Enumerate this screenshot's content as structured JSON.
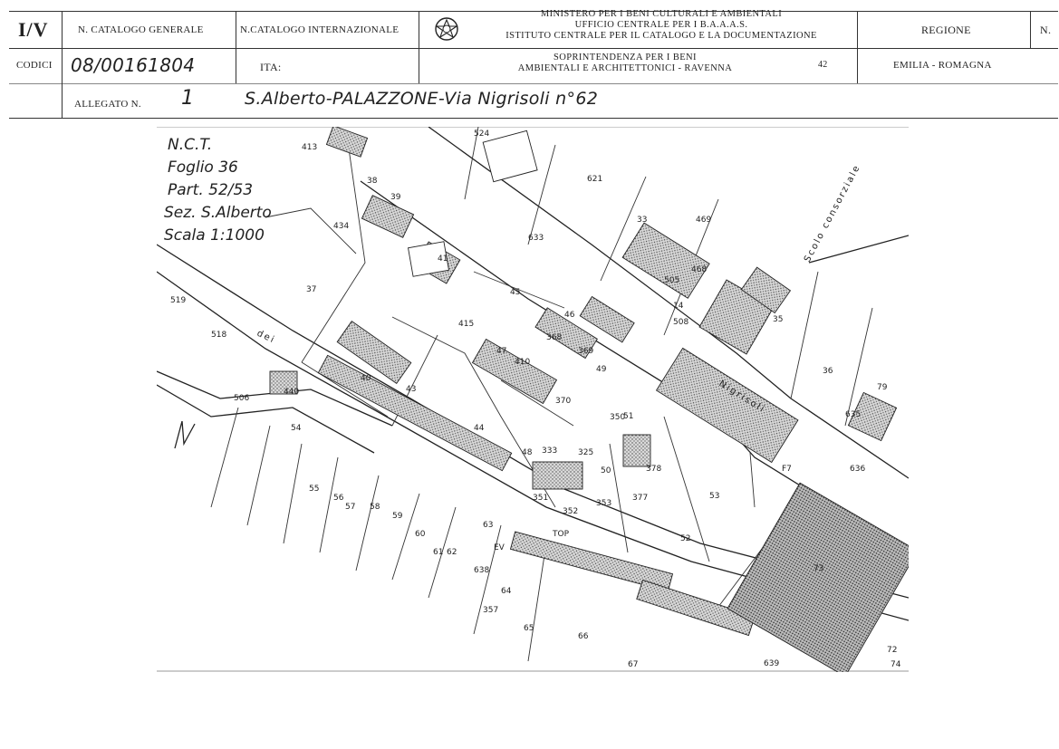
{
  "header": {
    "section_code": "I/V",
    "catalogo_generale_label": "N. CATALOGO GENERALE",
    "catalogo_internazionale_label": "N.CATALOGO INTERNAZIONALE",
    "ministry_lines": [
      "MINISTERO PER I BENI CULTURALI E AMBIENTALI",
      "UFFICIO CENTRALE PER I B.A.A.A.S.",
      "ISTITUTO CENTRALE PER IL CATALOGO E LA DOCUMENTAZIONE"
    ],
    "regione_label": "REGIONE",
    "n_label": "N.",
    "codici_label": "CODICI",
    "catalogo_number": "08/00161804",
    "ita_label": "ITA:",
    "soprintendenza_lines": [
      "SOPRINTENDENZA PER I BENI",
      "AMBIENTALI E ARCHITETTONICI - RAVENNA"
    ],
    "region_code": "42",
    "regione_value": "EMILIA - ROMAGNA",
    "allegato_label": "ALLEGATO N.",
    "allegato_number": "1",
    "allegato_description": "S.Alberto-PALAZZONE-Via Nigrisoli n°62"
  },
  "map": {
    "notes": [
      "N.C.T.",
      "Foglio 36",
      "Part. 52/53",
      "Sez. S.Alberto",
      "Scala 1:1000"
    ],
    "street_labels": {
      "nigrisoli": "Nigrisoli",
      "dei": "dei",
      "scolo": "Scolo consorziale"
    },
    "parcel_labels": [
      "413",
      "38",
      "39",
      "434",
      "37",
      "519",
      "518",
      "524",
      "621",
      "633",
      "33",
      "469",
      "468",
      "505",
      "508",
      "14",
      "35",
      "41",
      "45",
      "415",
      "46",
      "368",
      "369",
      "47",
      "410",
      "49",
      "40",
      "43",
      "370",
      "44",
      "350",
      "51",
      "48",
      "333",
      "325",
      "50",
      "378",
      "53",
      "36",
      "79",
      "635",
      "636",
      "506",
      "440",
      "54",
      "55",
      "56",
      "57",
      "58",
      "59",
      "60",
      "61",
      "62",
      "63",
      "638",
      "64",
      "357",
      "351",
      "352",
      "353",
      "377",
      "52",
      "65",
      "66",
      "67",
      "73",
      "F7",
      "639",
      "EV",
      "TOP",
      "72",
      "74"
    ]
  }
}
